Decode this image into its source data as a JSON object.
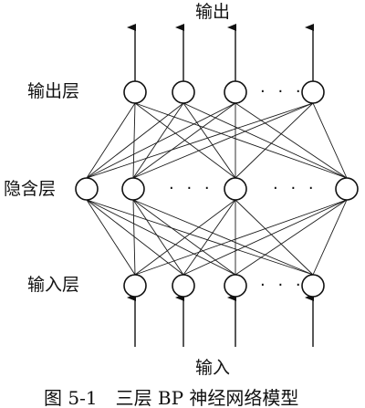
{
  "labels": {
    "output_top": "输出",
    "output_layer": "输出层",
    "hidden_layer": "隐含层",
    "input_layer": "输入层",
    "input_bottom": "输入",
    "caption": "图 5-1　三层 BP 神经网络模型"
  },
  "ellipsis": "· · ·",
  "layers": {
    "output": {
      "visible_nodes": 4,
      "has_ellipsis": true
    },
    "hidden": {
      "visible_nodes": 4,
      "has_ellipsis": true
    },
    "input": {
      "visible_nodes": 4,
      "has_ellipsis": true
    }
  }
}
